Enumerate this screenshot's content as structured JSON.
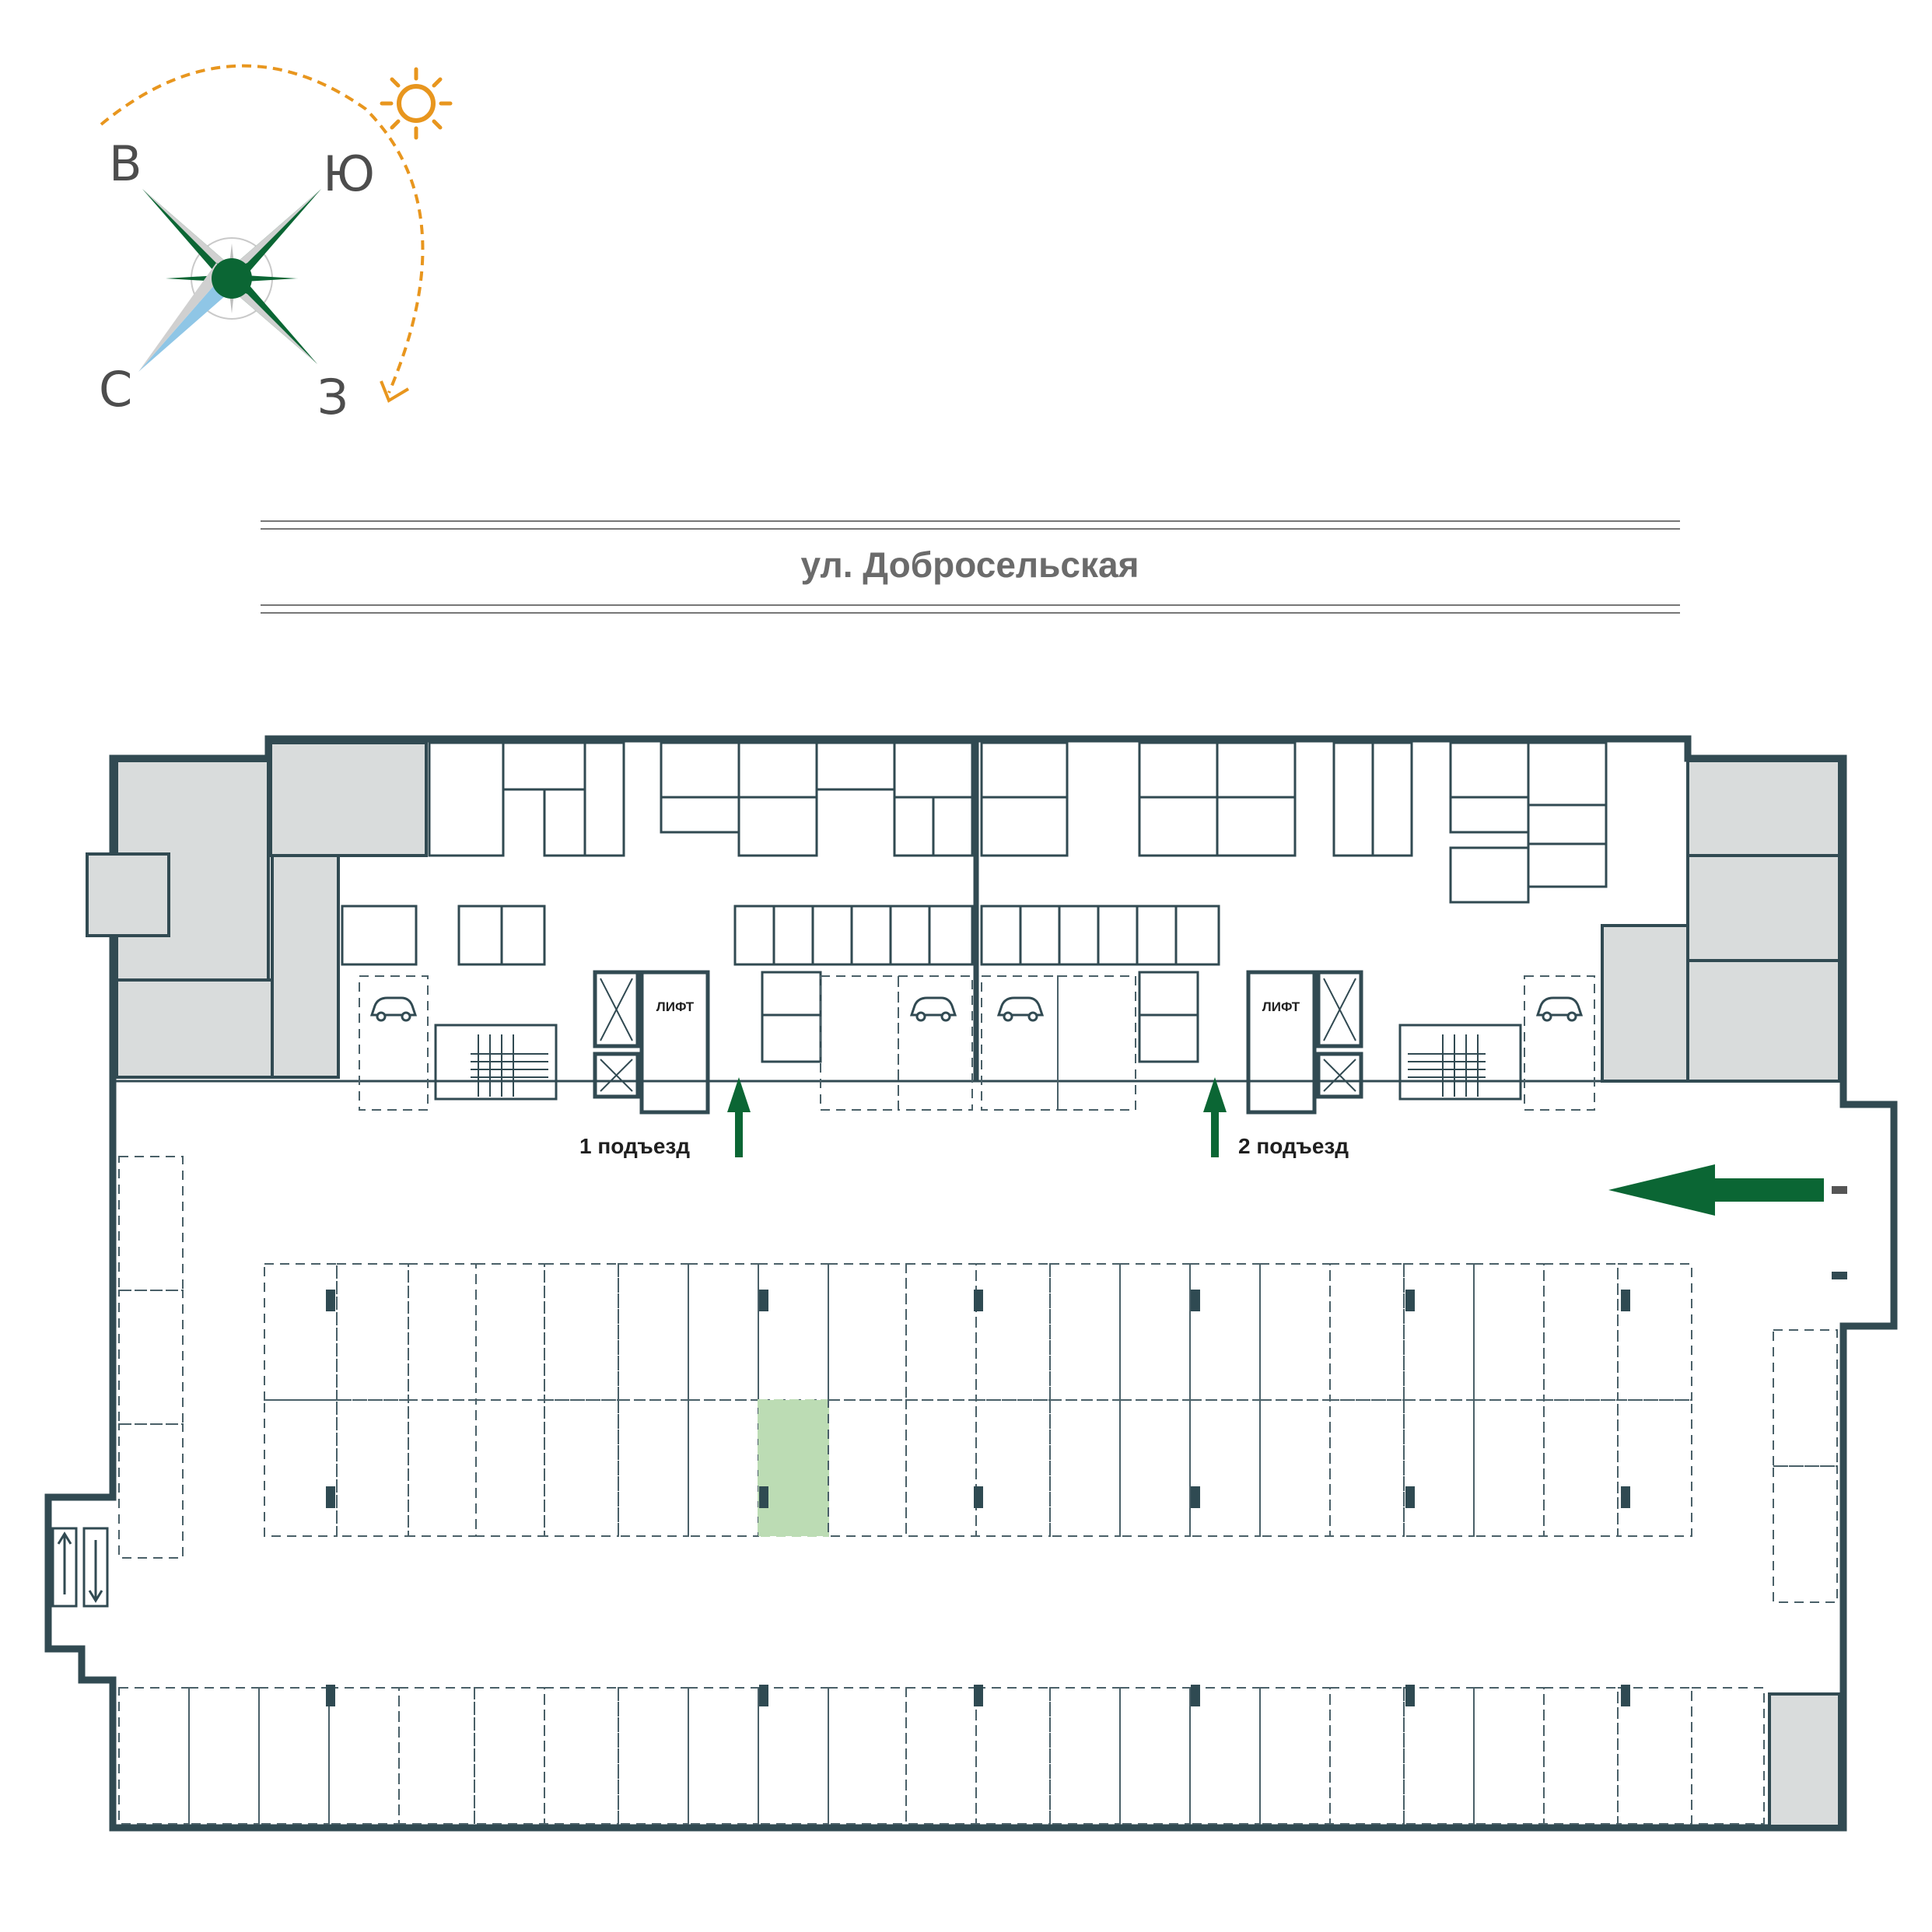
{
  "compass": {
    "east": "В",
    "south": "Ю",
    "north": "С",
    "west": "З",
    "sun_icon": "sun-icon",
    "colors": {
      "needle": "#0b6634",
      "needle_north": "#8fc6e6",
      "sun_path": "#e8961e"
    }
  },
  "street": {
    "name": "ул. Добросельская"
  },
  "entrances": [
    {
      "label": "1 подъезд"
    },
    {
      "label": "2 подъезд"
    }
  ],
  "lifts": [
    {
      "label": "ЛИФТ"
    },
    {
      "label": "ЛИФТ"
    }
  ],
  "parking": {
    "selected_space": {
      "row": "second",
      "column": 7
    },
    "highlight_color": "#bcdcb4",
    "ev_charging_icon": "ev-charging-icon",
    "entry_arrow_color": "#0b6634"
  },
  "colors": {
    "walls": "#314a52",
    "technical_rooms": "#d9dcdc",
    "arrow": "#0b6634"
  }
}
